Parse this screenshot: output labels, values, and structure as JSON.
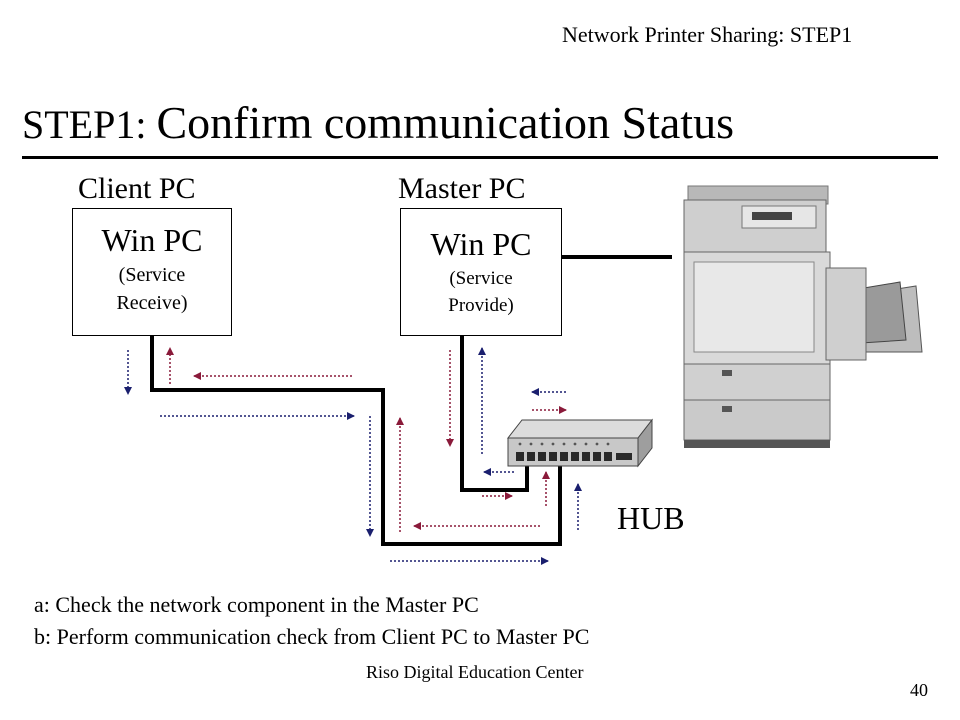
{
  "header": {
    "title": "Network Printer Sharing: STEP1"
  },
  "slide": {
    "title_prefix": "STEP1: ",
    "title_main": "Confirm communication Status"
  },
  "client": {
    "caption": "Client PC",
    "name": "Win PC",
    "role_line1": "(Service",
    "role_line2": "Receive)"
  },
  "master": {
    "caption": "Master PC",
    "name": "Win PC",
    "role_line1": "(Service",
    "role_line2": "Provide)"
  },
  "hub": {
    "label": "HUB"
  },
  "notes": {
    "a": "a: Check the network component in the Master PC",
    "b": "b: Perform communication check from Client PC to Master PC"
  },
  "footer": {
    "center": "Riso Digital Education Center",
    "page": "40"
  },
  "colors": {
    "arrow_dark": "#1a1f6e",
    "arrow_red": "#8a1a3a",
    "cable": "#000000"
  }
}
